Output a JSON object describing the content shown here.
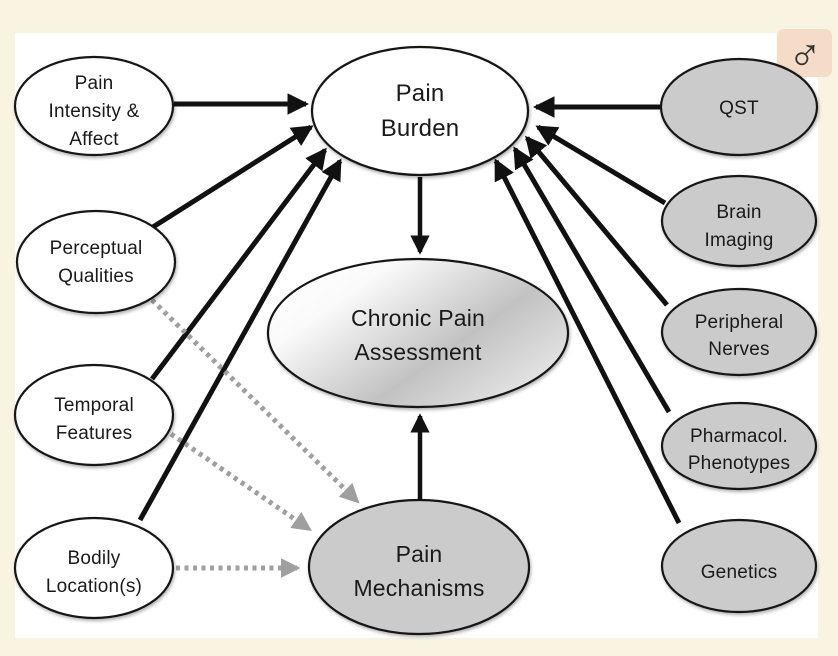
{
  "figure": {
    "type": "diagram",
    "panel_background": "#ffffff",
    "page_background": "#f9f4e2"
  },
  "colors": {
    "node_fill_white": "#ffffff",
    "node_fill_gray": "#cbcbcb",
    "node_stroke": "#161616",
    "solid_arrow": "#111111",
    "dotted_arrow": "#9f9f9f",
    "badge_background": "#f4dcc9",
    "badge_glyph": "#333333"
  },
  "icon": {
    "male_symbol": "♂"
  },
  "nodes": {
    "pain_intensity_affect": {
      "line1": "Pain",
      "line2": "Intensity &",
      "line3": "Affect"
    },
    "perceptual_qualities": {
      "line1": "Perceptual",
      "line2": "Qualities"
    },
    "temporal_features": {
      "line1": "Temporal",
      "line2": "Features"
    },
    "bodily_locations": {
      "line1": "Bodily",
      "line2": "Location(s)"
    },
    "pain_burden": {
      "line1": "Pain",
      "line2": "Burden"
    },
    "chronic_pain_assessment": {
      "line1": "Chronic Pain",
      "line2": "Assessment"
    },
    "pain_mechanisms": {
      "line1": "Pain",
      "line2": "Mechanisms"
    },
    "qst": {
      "line1": "QST"
    },
    "brain_imaging": {
      "line1": "Brain",
      "line2": "Imaging"
    },
    "peripheral_nerves": {
      "line1": "Peripheral",
      "line2": "Nerves"
    },
    "pharmacol_phenotypes": {
      "line1": "Pharmacol.",
      "line2": "Phenotypes"
    },
    "genetics": {
      "line1": "Genetics"
    }
  },
  "edges": {
    "solid": [
      {
        "from": "pain_intensity_affect",
        "to": "pain_burden"
      },
      {
        "from": "perceptual_qualities",
        "to": "pain_burden"
      },
      {
        "from": "temporal_features",
        "to": "pain_burden"
      },
      {
        "from": "bodily_locations",
        "to": "pain_burden"
      },
      {
        "from": "qst",
        "to": "pain_burden"
      },
      {
        "from": "brain_imaging",
        "to": "pain_burden"
      },
      {
        "from": "peripheral_nerves",
        "to": "pain_burden"
      },
      {
        "from": "pharmacol_phenotypes",
        "to": "pain_burden"
      },
      {
        "from": "genetics",
        "to": "pain_burden"
      },
      {
        "from": "pain_burden",
        "to": "chronic_pain_assessment"
      },
      {
        "from": "pain_mechanisms",
        "to": "chronic_pain_assessment"
      }
    ],
    "dotted": [
      {
        "from": "perceptual_qualities",
        "to": "pain_mechanisms"
      },
      {
        "from": "temporal_features",
        "to": "pain_mechanisms"
      },
      {
        "from": "bodily_locations",
        "to": "pain_mechanisms"
      }
    ]
  }
}
